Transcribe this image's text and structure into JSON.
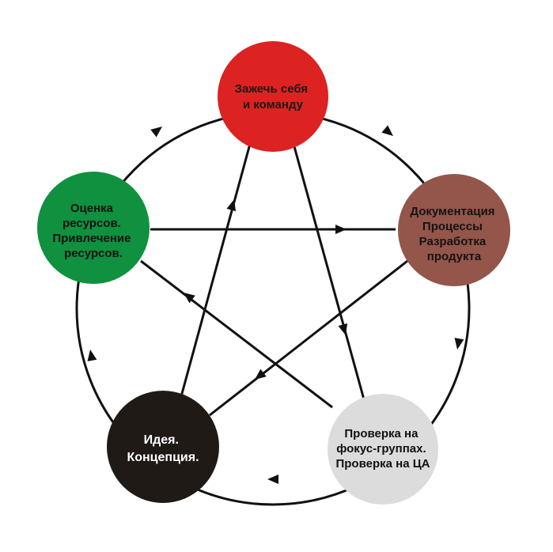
{
  "nodes": {
    "ignite": {
      "lines": [
        "Зажечь себя",
        "и команду"
      ],
      "fill": "#dd2222",
      "text_color": "#1a1a1a"
    },
    "docs": {
      "lines": [
        "Документация",
        "Процессы",
        "Разработка",
        "продукта"
      ],
      "fill": "#94554a",
      "text_color": "#141414"
    },
    "check": {
      "lines": [
        "Проверка на",
        "фокус-группах.",
        "Проверка на ЦА"
      ],
      "fill": "#dcdcdc",
      "text_color": "#111111"
    },
    "idea": {
      "lines": [
        "Идея.",
        "Концепция."
      ],
      "fill": "#201a17",
      "text_color": "#ffffff"
    },
    "resources": {
      "lines": [
        "Оценка",
        "ресурсов.",
        "Привлечение",
        "ресурсов."
      ],
      "fill": "#0f9140",
      "text_color": "#111111"
    }
  },
  "colors": {
    "line": "#111111",
    "background": "#ffffff"
  }
}
